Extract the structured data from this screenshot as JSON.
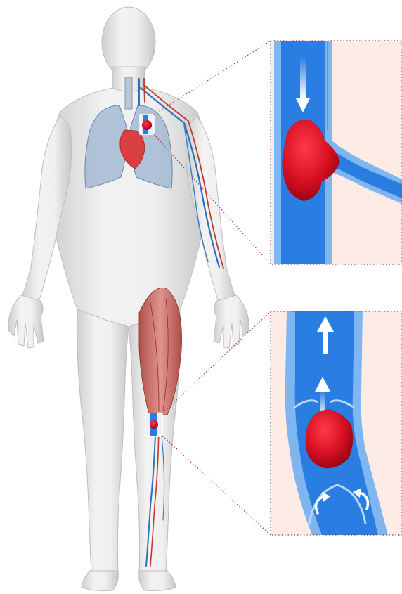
{
  "figure": {
    "subject": "human-body-with-venous-thrombosis",
    "panels": [
      "lung-detail-panel",
      "leg-vein-detail-panel"
    ]
  },
  "colors": {
    "skin": "#e8e8e8",
    "skin_shadow": "#c9c9c9",
    "vessel_blue": "#2a7de1",
    "vessel_light_blue": "#7fb6f0",
    "clot_red": "#d40f22",
    "tissue_pink": "#fdece6",
    "muscle_red": "#c8564f",
    "lung_blue": "#8aa5c4",
    "connector_dots": "#b0354a"
  },
  "icons": {
    "flow_arrow": "arrow-up-icon",
    "backflow": "curved-arrow-icon"
  }
}
